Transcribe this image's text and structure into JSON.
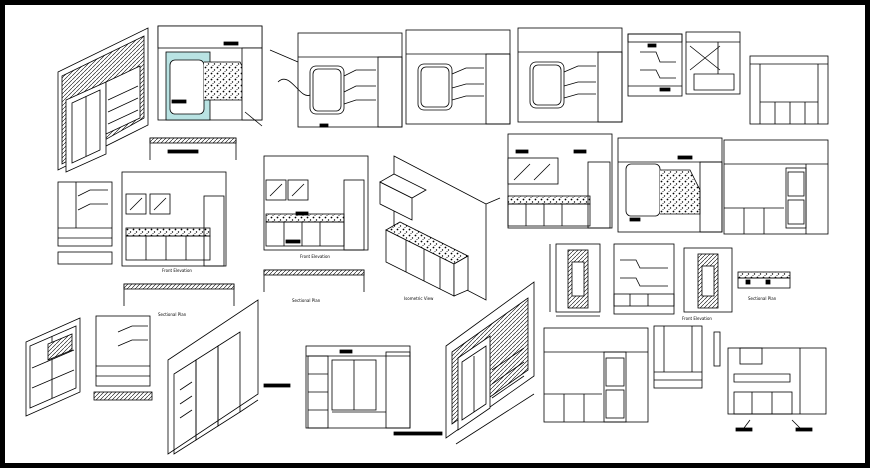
{
  "labels": {
    "front_elevation_1": "Front Elevation",
    "front_elevation_2": "Front Elevation",
    "front_elevation_3": "Front Elevation",
    "sectional_plan_1": "Sectional Plan",
    "sectional_plan_2": "Sectional Plan",
    "sectional_plan_3": "Sectional Plan",
    "isometric_view": "Isometric View"
  },
  "colors": {
    "sheet": "#ffffff",
    "frame": "#000000",
    "line": "#000000",
    "highlight": "#b9e3e3",
    "hatch": "#555555"
  }
}
